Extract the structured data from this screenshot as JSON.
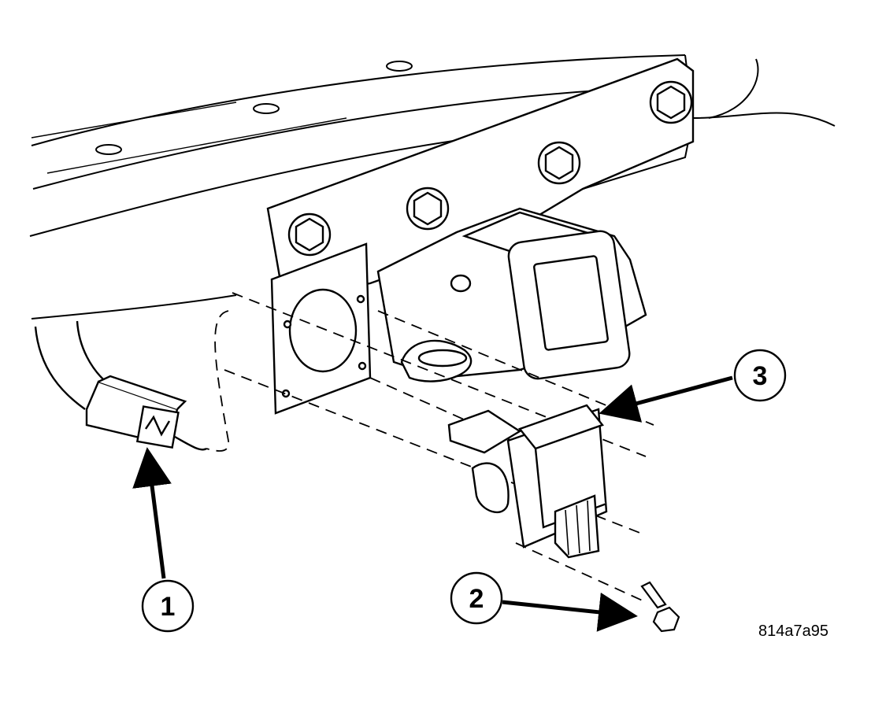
{
  "figure": {
    "figure_id": "814a7a95",
    "callouts": [
      {
        "number": "1",
        "part": "wiring-harness-connector"
      },
      {
        "number": "2",
        "part": "screw"
      },
      {
        "number": "3",
        "part": "trailer-tow-connector"
      }
    ]
  },
  "colors": {
    "line": "#000000",
    "fill": "#ffffff"
  }
}
